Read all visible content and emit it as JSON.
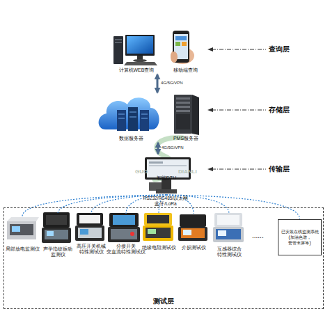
{
  "diagram": {
    "nodes": [
      {
        "text": [
          "计算机WEB查询"
        ]
      },
      {
        "text": [
          "移动端查询"
        ]
      },
      {
        "text": [
          "数据服务器"
        ]
      },
      {
        "text": [
          "PMS服务器"
        ]
      },
      {
        "text": [
          "智能DTU"
        ]
      },
      {
        "text": [
          "测试层"
        ]
      },
      {
        "text": [
          "局部放电监测仪"
        ],
        "in": 5
      },
      {
        "text": [
          "声学指纹振动 监测仪"
        ],
        "in": 5
      },
      {
        "text": [
          "高压开关机械 特性测试仪"
        ],
        "in": 5
      },
      {
        "text": [
          "分接开关 交直流特性测试仪"
        ],
        "in": 5
      },
      {
        "text": [
          "绝缘电阻测试仪"
        ],
        "in": 5
      },
      {
        "text": [
          "介损测试仪"
        ],
        "in": 5
      },
      {
        "text": [
          "互感器综合 特性测试仪"
        ],
        "in": 5
      },
      {
        "text": [
          "已安装在线监测系统",
          "(加油色谱， 套管末屏等)"
        ],
        "in": 5
      }
    ],
    "edges": [
      {
        "from": 0,
        "to": 2,
        "label": "4G/5G/VPN",
        "arrow": "both"
      },
      {
        "from": 2,
        "to": 4,
        "label": "4G/5G/VPN",
        "arrow": "both"
      },
      {
        "from": 4,
        "to": 6,
        "arrow": "none"
      },
      {
        "from": 4,
        "to": 7,
        "arrow": "none"
      },
      {
        "from": 4,
        "to": 8,
        "arrow": "none"
      },
      {
        "from": 4,
        "to": 9,
        "arrow": "none"
      },
      {
        "from": 4,
        "to": 10,
        "arrow": "none"
      },
      {
        "from": 4,
        "to": 11,
        "arrow": "none"
      },
      {
        "from": 4,
        "to": 12,
        "arrow": "none"
      },
      {
        "from": 4,
        "to": 13,
        "arrow": "none"
      }
    ],
    "labels": [
      "查询层",
      "存储层",
      "传输层",
      "RS232/RS485/以太网 蓝牙/LoRa",
      "......",
      "GUO",
      "DIANLI"
    ]
  }
}
